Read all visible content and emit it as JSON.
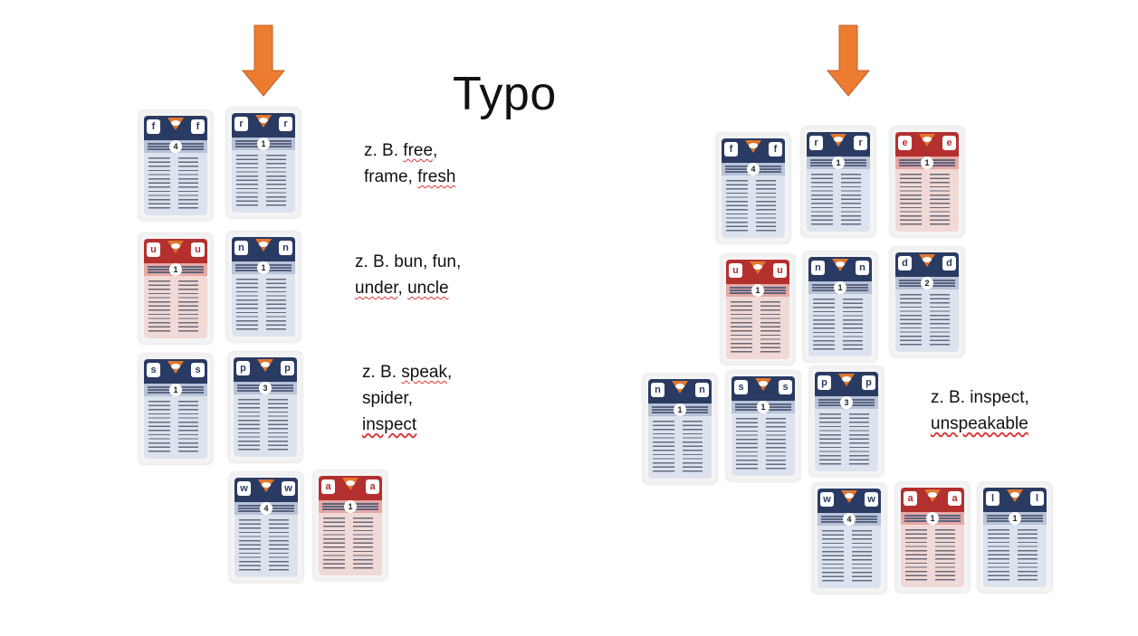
{
  "title": "Typo",
  "notes": {
    "left_1": {
      "line1": [
        "z. B. ",
        "free",
        ","
      ],
      "line2": [
        "frame",
        ", ",
        "fresh"
      ]
    },
    "left_2": {
      "line1": "z. B. bun, fun,",
      "line2": [
        "under",
        ", ",
        "uncle"
      ]
    },
    "left_3": {
      "line1": [
        "z. B. ",
        "speak",
        ","
      ],
      "line2": "spider,",
      "line3": "inspect"
    },
    "right_1": {
      "line1": "z. B. inspect,",
      "line2": "unspeakable"
    }
  },
  "icons": {
    "arrow": "down-arrow-icon",
    "fox": "fox-icon"
  },
  "colors": {
    "arrow": "#ec7c30",
    "card_blue": "#2a3b63",
    "card_red": "#b3302f"
  },
  "cards_left": [
    {
      "l": "f",
      "r": "f",
      "n": "4",
      "c": "blue"
    },
    {
      "l": "r",
      "r": "r",
      "n": "1",
      "c": "blue"
    },
    {
      "l": "u",
      "r": "u",
      "n": "1",
      "c": "red"
    },
    {
      "l": "n",
      "r": "n",
      "n": "1",
      "c": "blue"
    },
    {
      "l": "s",
      "r": "s",
      "n": "1",
      "c": "blue"
    },
    {
      "l": "p",
      "r": "p",
      "n": "3",
      "c": "blue"
    },
    {
      "l": "w",
      "r": "w",
      "n": "4",
      "c": "blue"
    },
    {
      "l": "a",
      "r": "a",
      "n": "1",
      "c": "red"
    }
  ],
  "cards_right": [
    {
      "l": "f",
      "r": "f",
      "n": "4",
      "c": "blue"
    },
    {
      "l": "r",
      "r": "r",
      "n": "1",
      "c": "blue"
    },
    {
      "l": "e",
      "r": "e",
      "n": "1",
      "c": "red"
    },
    {
      "l": "u",
      "r": "u",
      "n": "1",
      "c": "red"
    },
    {
      "l": "n",
      "r": "n",
      "n": "1",
      "c": "blue"
    },
    {
      "l": "d",
      "r": "d",
      "n": "2",
      "c": "blue"
    },
    {
      "l": "n",
      "r": "n",
      "n": "1",
      "c": "blue"
    },
    {
      "l": "s",
      "r": "s",
      "n": "1",
      "c": "blue"
    },
    {
      "l": "p",
      "r": "p",
      "n": "3",
      "c": "blue"
    },
    {
      "l": "w",
      "r": "w",
      "n": "4",
      "c": "blue"
    },
    {
      "l": "a",
      "r": "a",
      "n": "1",
      "c": "red"
    },
    {
      "l": "l",
      "r": "l",
      "n": "1",
      "c": "blue"
    }
  ]
}
